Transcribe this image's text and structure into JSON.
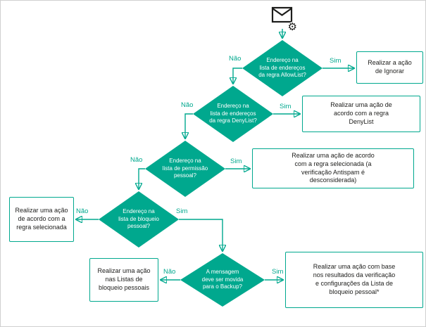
{
  "diagram": {
    "language": "pt-BR",
    "colors": {
      "accent": "#00a88e",
      "decision_fill": "#00a88e",
      "decision_text": "#ffffff",
      "action_border": "#00a88e",
      "action_text": "#1d1d1b",
      "background": "#ffffff"
    },
    "start_icon": "email-with-gear-icon",
    "decisions": [
      {
        "id": "allowlist",
        "label": "Endereço na\nlista de endereços\nda regra AllowList?"
      },
      {
        "id": "denylist",
        "label": "Endereço na\nlista de endereços\nda regra DenyList?"
      },
      {
        "id": "personal-allow",
        "label": "Endereço na\nlista de permissão\npessoal?"
      },
      {
        "id": "personal-block",
        "label": "Endereço na\nlista de bloqueio\npessoal?"
      },
      {
        "id": "backup",
        "label": "A mensagem\ndeve ser movida\npara o Backup?"
      }
    ],
    "actions": [
      {
        "id": "ignore",
        "label": "Realizar a ação\nde Ignorar"
      },
      {
        "id": "denylist-rule",
        "label": "Realizar uma ação de\nacordo com a regra\nDenyList"
      },
      {
        "id": "selected-rule-no-antispam",
        "label": "Realizar uma ação de acordo\ncom a regra selecionada (a\nverificação Antispam é\ndesconsiderada)"
      },
      {
        "id": "selected-rule",
        "label": "Realizar uma ação\nde acordo com a\nregra selecionada"
      },
      {
        "id": "personal-blocklists",
        "label": "Realizar uma ação\nnas Listas de\nbloqueio pessoais"
      },
      {
        "id": "blocklist-settings",
        "label": "Realizar uma ação com base\nnos resultados da verificação\ne configurações da Lista de\nbloqueio pessoal*"
      }
    ],
    "edge_labels": {
      "yes": "Sim",
      "no": "Não"
    },
    "gear_glyph": "⚙"
  }
}
